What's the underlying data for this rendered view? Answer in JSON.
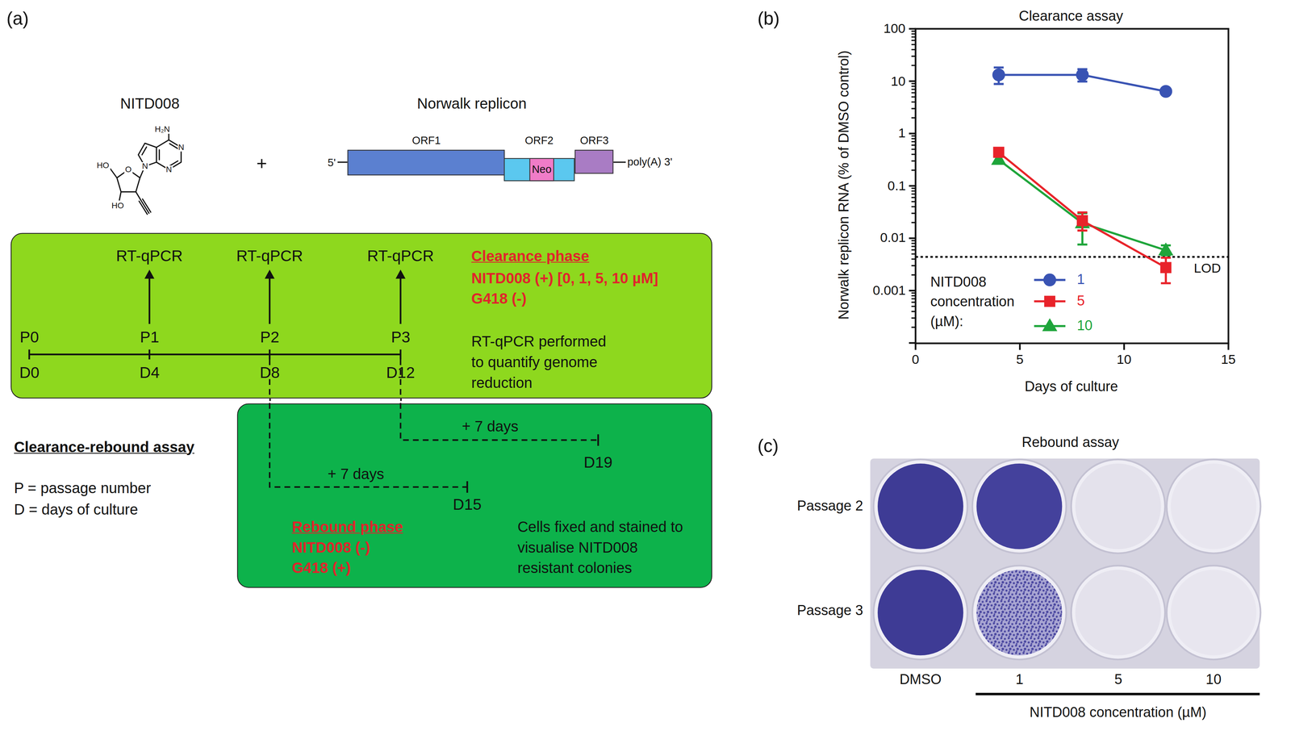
{
  "diagram": {
    "nodes": [
      {
        "text": [
          "ORF1"
        ]
      },
      {
        "text": [
          "ORF2"
        ]
      },
      {
        "text": [
          "Neo"
        ],
        "in": 1
      },
      {
        "text": [
          "ORF3"
        ]
      },
      {
        "text": [
          "RT-qPCR",
          "RT-qPCR",
          "RT-qPCR",
          "Clearance phase",
          "NITD008 (+) [0, 1, 5, 10 µM]",
          "G418 (-)",
          "P0",
          "P1",
          "P2",
          "P3",
          "D0",
          "D4",
          "D8",
          "D12",
          "RT-qPCR performed to quantify genome reduction"
        ]
      },
      {
        "text": [
          "+ 7 days",
          "D19",
          "+ 7 days",
          "D15",
          "Rebound phase",
          "NITD008 (-)",
          "G418 (+)",
          "Cells fixed and stained to visualise NITD008 resistant colonies"
        ]
      }
    ],
    "labels": [
      "(a)",
      "NITD008",
      "H₂N",
      "N",
      "N",
      "N",
      "O",
      "HO",
      "HO",
      "+",
      "Norwalk replicon",
      "5'",
      "poly(A) 3'",
      "Clearance-rebound assay",
      "P = passage number",
      "D = days of culture",
      "(b)",
      "Clearance assay",
      "100",
      "10",
      "1",
      "0.1",
      "0.01",
      "0.001",
      "0",
      "5",
      "10",
      "15",
      "Days of culture",
      "Norwalk replicon RNA (% of DMSO control)",
      "LOD",
      "NITD008 concentration (µM):",
      "(c)",
      "Rebound assay",
      "Passage 2",
      "Passage 3",
      "DMSO",
      "1",
      "5",
      "10",
      "NITD008 concentration (µM)"
    ],
    "legend": [
      {
        "text": "1"
      },
      {
        "text": "5"
      },
      {
        "text": "10"
      }
    ]
  }
}
